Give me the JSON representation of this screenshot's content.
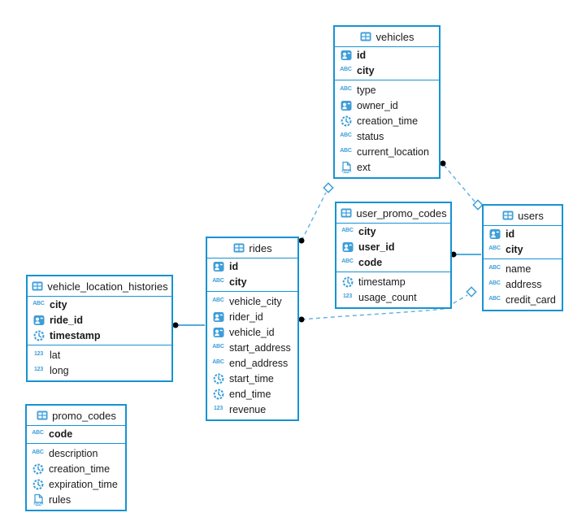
{
  "diagram": {
    "colors": {
      "frame": "#1693d2",
      "icon_blue": "#3e9ed9",
      "text": "#1a1a1a",
      "connector_dashed": "#5fb0e2",
      "connector_solid": "#1693d2",
      "marker_dot": "#000000",
      "marker_diamond_stroke": "#3e9ed9"
    },
    "tables": [
      {
        "id": "vehicles",
        "title": "vehicles",
        "key_fields": [
          {
            "name": "id",
            "icon": "id-icon"
          },
          {
            "name": "city",
            "icon": "text-icon"
          }
        ],
        "fields": [
          {
            "name": "type",
            "icon": "text-icon"
          },
          {
            "name": "owner_id",
            "icon": "id-icon"
          },
          {
            "name": "creation_time",
            "icon": "time-icon"
          },
          {
            "name": "status",
            "icon": "text-icon"
          },
          {
            "name": "current_location",
            "icon": "text-icon"
          },
          {
            "name": "ext",
            "icon": "json-icon"
          }
        ]
      },
      {
        "id": "user_promo_codes",
        "title": "user_promo_codes",
        "key_fields": [
          {
            "name": "city",
            "icon": "text-icon"
          },
          {
            "name": "user_id",
            "icon": "id-icon"
          },
          {
            "name": "code",
            "icon": "text-icon"
          }
        ],
        "fields": [
          {
            "name": "timestamp",
            "icon": "time-icon"
          },
          {
            "name": "usage_count",
            "icon": "number-icon"
          }
        ]
      },
      {
        "id": "users",
        "title": "users",
        "key_fields": [
          {
            "name": "id",
            "icon": "id-icon"
          },
          {
            "name": "city",
            "icon": "text-icon"
          }
        ],
        "fields": [
          {
            "name": "name",
            "icon": "text-icon"
          },
          {
            "name": "address",
            "icon": "text-icon"
          },
          {
            "name": "credit_card",
            "icon": "text-icon"
          }
        ]
      },
      {
        "id": "rides",
        "title": "rides",
        "key_fields": [
          {
            "name": "id",
            "icon": "id-icon"
          },
          {
            "name": "city",
            "icon": "text-icon"
          }
        ],
        "fields": [
          {
            "name": "vehicle_city",
            "icon": "text-icon"
          },
          {
            "name": "rider_id",
            "icon": "id-icon"
          },
          {
            "name": "vehicle_id",
            "icon": "id-icon"
          },
          {
            "name": "start_address",
            "icon": "text-icon"
          },
          {
            "name": "end_address",
            "icon": "text-icon"
          },
          {
            "name": "start_time",
            "icon": "time-icon"
          },
          {
            "name": "end_time",
            "icon": "time-icon"
          },
          {
            "name": "revenue",
            "icon": "number-icon"
          }
        ]
      },
      {
        "id": "vehicle_location_histories",
        "title": "vehicle_location_histories",
        "key_fields": [
          {
            "name": "city",
            "icon": "text-icon"
          },
          {
            "name": "ride_id",
            "icon": "id-icon"
          },
          {
            "name": "timestamp",
            "icon": "time-icon"
          }
        ],
        "fields": [
          {
            "name": "lat",
            "icon": "number-icon"
          },
          {
            "name": "long",
            "icon": "number-icon"
          }
        ]
      },
      {
        "id": "promo_codes",
        "title": "promo_codes",
        "key_fields": [
          {
            "name": "code",
            "icon": "text-icon"
          }
        ],
        "fields": [
          {
            "name": "description",
            "icon": "text-icon"
          },
          {
            "name": "creation_time",
            "icon": "time-icon"
          },
          {
            "name": "expiration_time",
            "icon": "time-icon"
          },
          {
            "name": "rules",
            "icon": "json-icon"
          }
        ]
      }
    ],
    "relations": [
      {
        "from": "rides",
        "to": "vehicles",
        "style": "dashed"
      },
      {
        "from": "vehicles",
        "to": "users",
        "style": "dashed"
      },
      {
        "from": "user_promo_codes",
        "to": "users",
        "style": "solid"
      },
      {
        "from": "rides",
        "to": "users",
        "style": "dashed"
      },
      {
        "from": "vehicle_location_histories",
        "to": "rides",
        "style": "solid"
      }
    ]
  }
}
